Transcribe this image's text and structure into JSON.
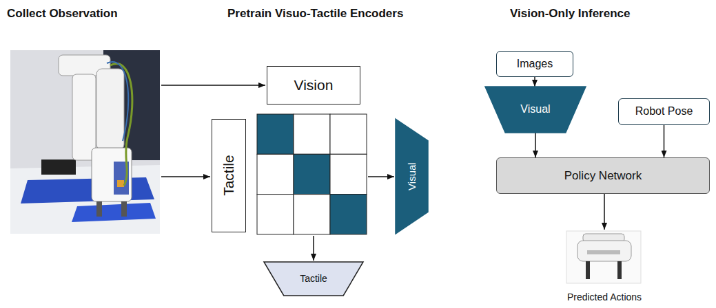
{
  "diagram": {
    "nodes": [
      {
        "text": [
          "Vision"
        ]
      },
      {
        "text": [
          "Tactile"
        ]
      },
      {
        "text": [
          "Visual"
        ]
      },
      {
        "text": [
          "Tactile"
        ]
      },
      {
        "text": [
          "Images"
        ]
      },
      {
        "text": [
          "Visual"
        ]
      },
      {
        "text": [
          "Robot Pose"
        ]
      },
      {
        "text": [
          "Policy Network"
        ]
      },
      {
        "text": [
          "Predicted Actions"
        ]
      }
    ],
    "edges": [
      {
        "from": 4,
        "to": 5,
        "arrow": "to"
      },
      {
        "from": 5,
        "to": 7,
        "arrow": "to"
      },
      {
        "from": 6,
        "to": 7,
        "arrow": "to"
      },
      {
        "from": 7,
        "to": 8,
        "arrow": "to"
      }
    ],
    "labels": [
      "Collect Observation",
      "Pretrain Visuo-Tactile Encoders",
      "Vision-Only Inference"
    ]
  }
}
